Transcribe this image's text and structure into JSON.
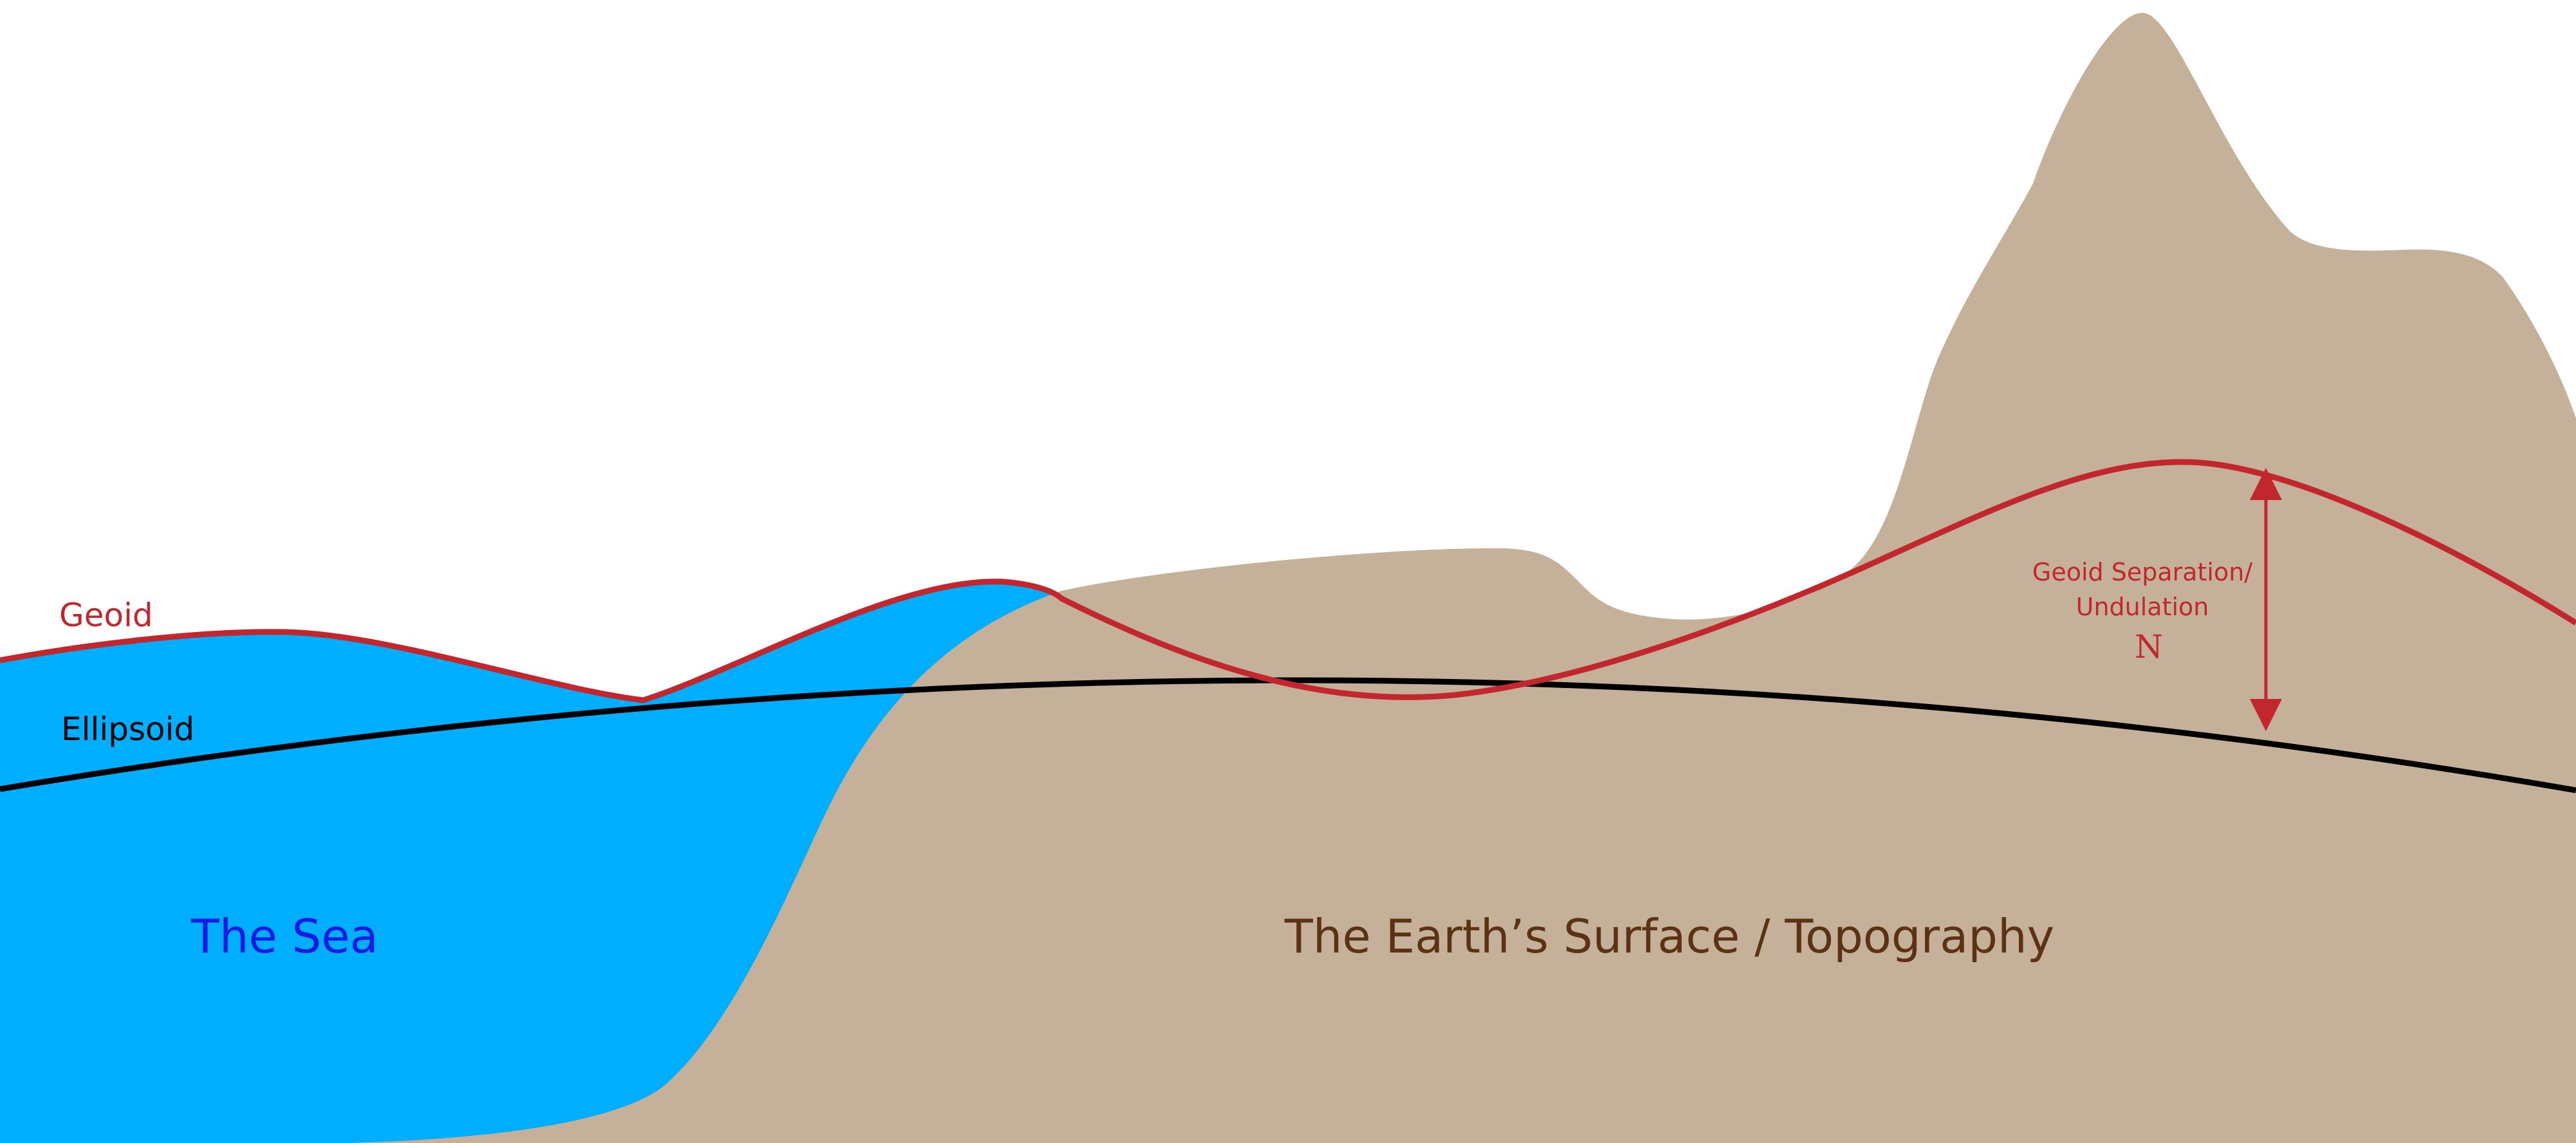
{
  "labels": {
    "geoid": "Geoid",
    "ellipsoid": "Ellipsoid",
    "sea": "The Sea",
    "surface": "The Earth’s Surface / Topography",
    "separation_line1": "Geoid Separation/",
    "separation_line2": "Undulation",
    "separation_symbol": "N"
  },
  "colors": {
    "background": "#ffffff",
    "sea_fill": "#00aeff",
    "land_fill": "#c5b199",
    "geoid_line": "#c1272d",
    "ellipsoid_line": "#000000",
    "sea_label": "#1a1ae6",
    "surface_label": "#5b3314",
    "separation_label": "#c1272d"
  }
}
